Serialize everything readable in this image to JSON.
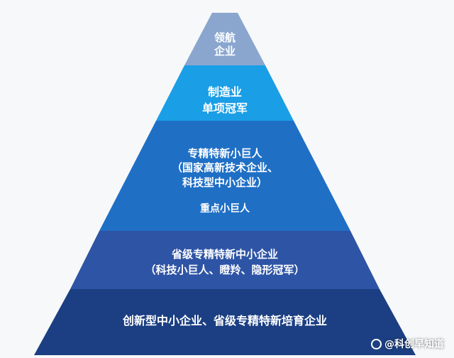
{
  "tiers": [
    {
      "lines": [
        "领航",
        "企业"
      ],
      "color": "#8aa6cf"
    },
    {
      "lines": [
        "制造业",
        "单项冠军"
      ],
      "color": "#1a9ee6"
    },
    {
      "lines": [
        "专精特新小巨人",
        "（国家高新技术企业、",
        "科技型中小企业）"
      ],
      "sub": "重点小巨人",
      "color": "#1f6fc5"
    },
    {
      "lines": [
        "省级专精特新中小企业",
        "（科技小巨人、瞪羚、隐形冠军）"
      ],
      "color": "#2e54a5"
    },
    {
      "lines": [
        "创新型中小企业、省级专精特新培育企业"
      ],
      "color": "#1b3f82"
    }
  ],
  "watermark": {
    "text": "@科创早知道"
  }
}
